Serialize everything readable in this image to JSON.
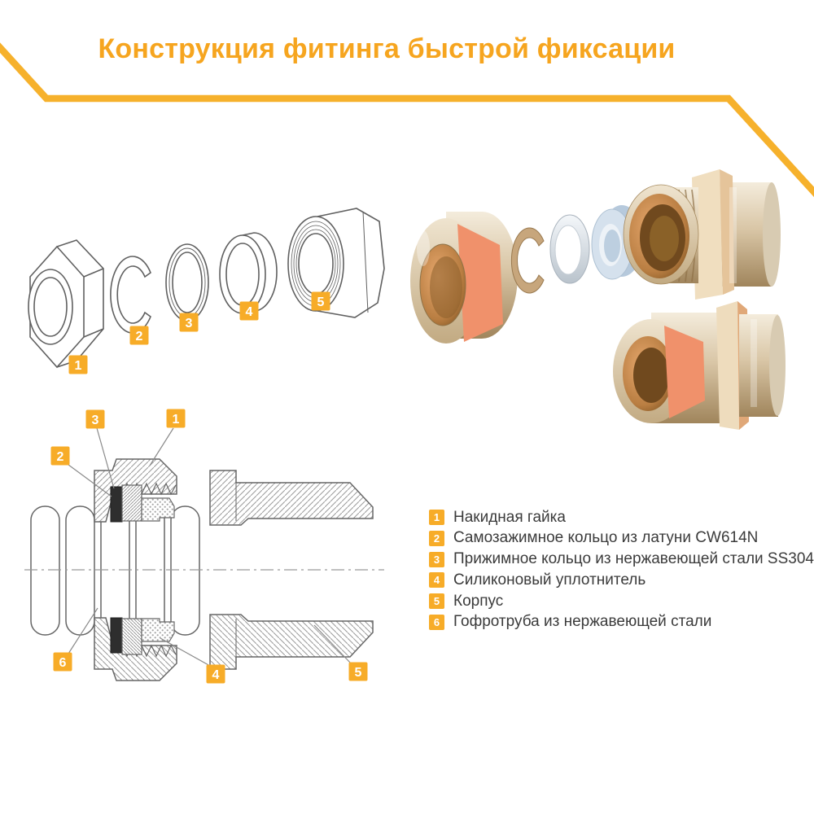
{
  "title": "Конструкция фитинга быстрой фиксации",
  "colors": {
    "accent_title": "#F6A51F",
    "accent_line": "#F6B12C",
    "badge_bg": "#F7AC28",
    "badge_text": "#FFFFFF",
    "legend_text": "#3B3B3B",
    "drawing_stroke": "#606060",
    "brass": "#D9C6A6",
    "copper_face": "#F0916B",
    "silicone": "#D5E1ED"
  },
  "badges": {
    "n1": "1",
    "n2": "2",
    "n3": "3",
    "n4": "4",
    "n5": "5",
    "n6": "6"
  },
  "legend": {
    "items": [
      {
        "num": "1",
        "label": "Накидная гайка"
      },
      {
        "num": "2",
        "label": "Самозажимное кольцо из латуни CW614N"
      },
      {
        "num": "3",
        "label": "Прижимное кольцо из нержавеющей стали SS304"
      },
      {
        "num": "4",
        "label": "Силиконовый уплотнитель"
      },
      {
        "num": "5",
        "label": "Корпус"
      },
      {
        "num": "6",
        "label": "Гофротруба из нержавеющей стали"
      }
    ]
  }
}
